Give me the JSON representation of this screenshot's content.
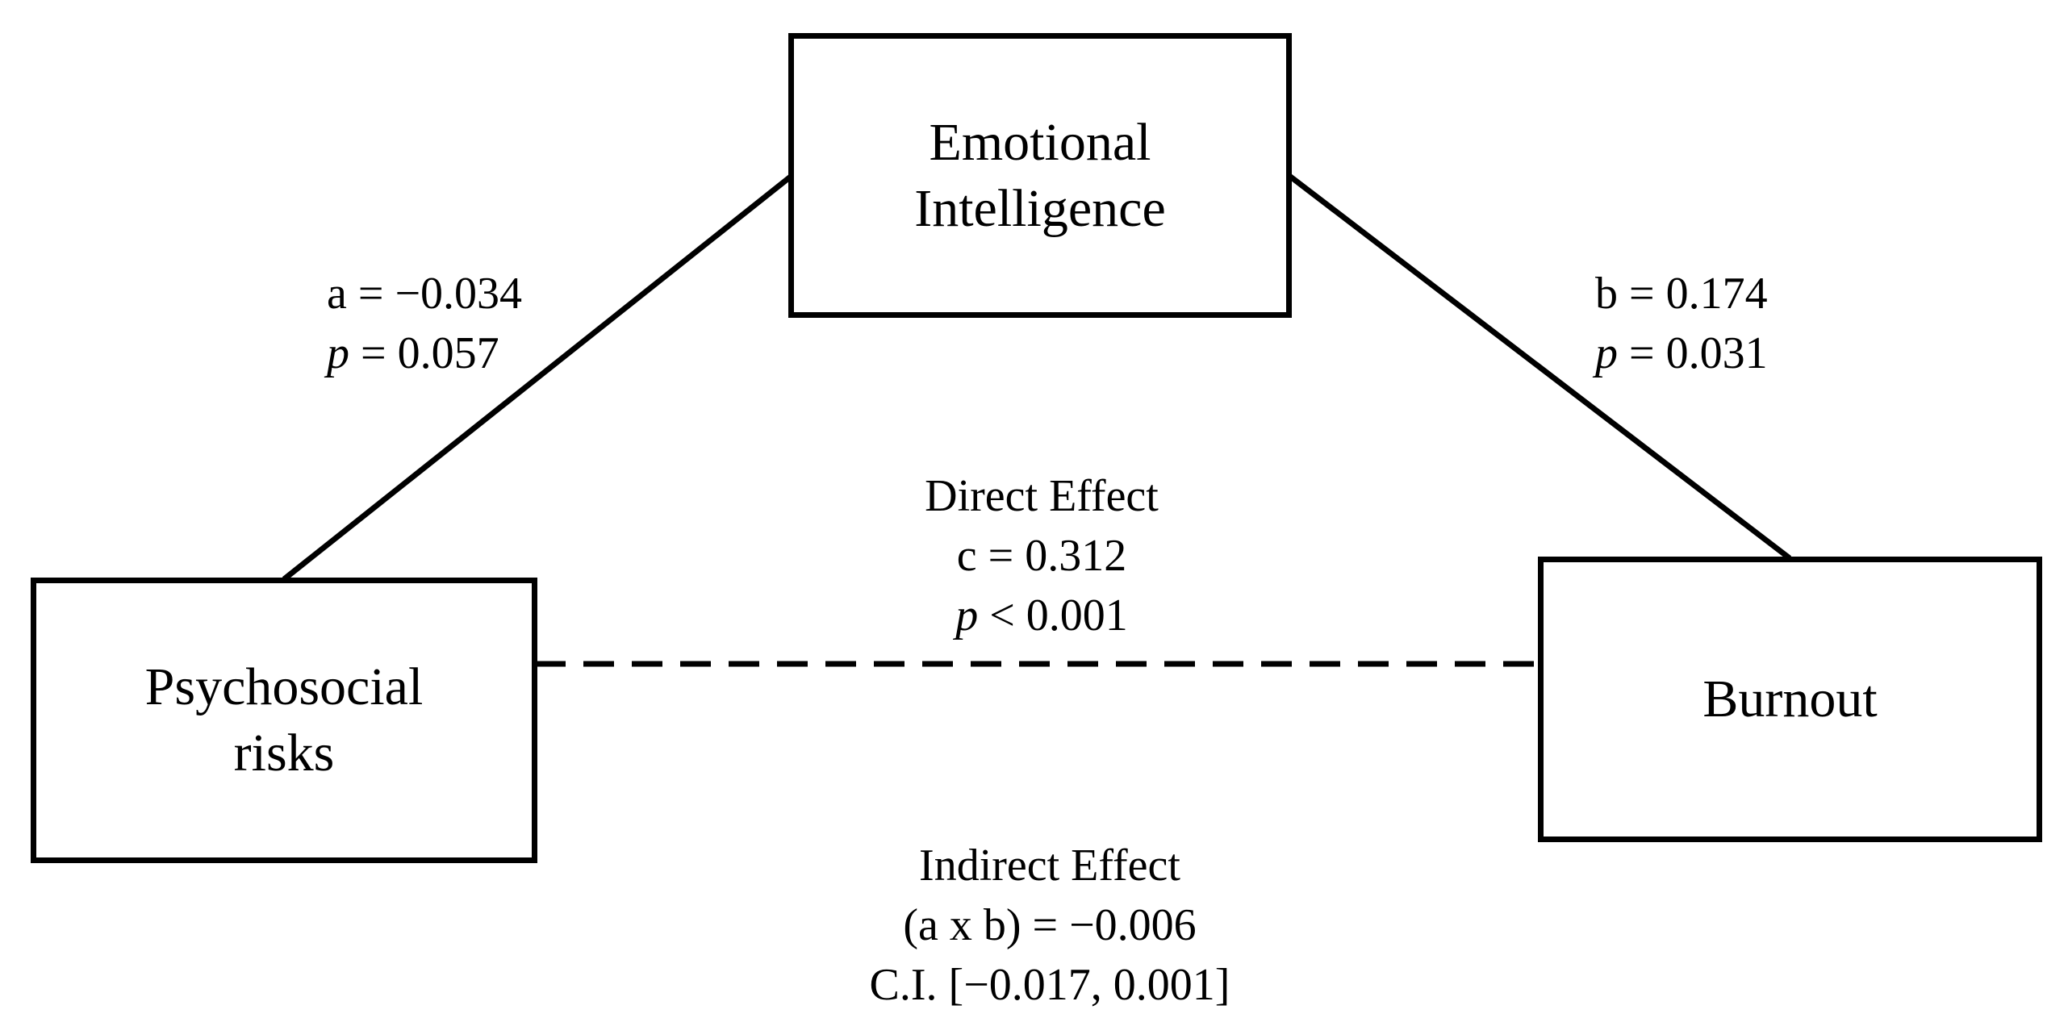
{
  "diagram": {
    "nodes": {
      "mediator": {
        "line1": "Emotional",
        "line2": "Intelligence"
      },
      "predictor": {
        "line1": "Psychosocial",
        "line2": "risks"
      },
      "outcome": {
        "line1": "Burnout"
      }
    },
    "paths": {
      "a": {
        "coef": "a = −0.034",
        "p_symbol": "p",
        "p_rest": " = 0.057"
      },
      "b": {
        "coef": "b = 0.174",
        "p_symbol": "p",
        "p_rest": " = 0.031"
      },
      "direct": {
        "title": "Direct Effect",
        "coef": "c = 0.312",
        "p_symbol": "p",
        "p_rest": " < 0.001",
        "line_style": "dashed"
      },
      "indirect": {
        "title": "Indirect Effect",
        "coef": "(a x b) = −0.006",
        "ci": "C.I. [−0.017, 0.001]"
      }
    },
    "colors": {
      "stroke": "#000000",
      "background": "#ffffff"
    }
  }
}
